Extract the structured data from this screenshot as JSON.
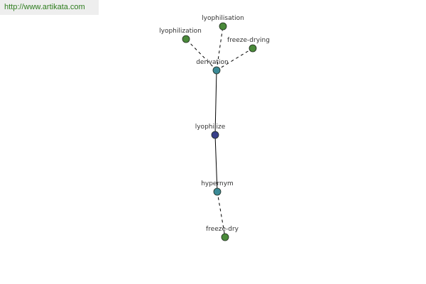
{
  "watermark": "http://www.artikata.com",
  "colors": {
    "word_node": "#4a8a3a",
    "relation_node": "#3b8a96",
    "root_node": "#38408a",
    "node_stroke": "#1f2b1f",
    "edge": "#000000"
  },
  "graph": {
    "nodes": [
      {
        "id": "lyophilisation",
        "label": "lyophilisation",
        "kind": "word"
      },
      {
        "id": "lyophilization",
        "label": "lyophilization",
        "kind": "word"
      },
      {
        "id": "freeze-drying",
        "label": "freeze-drying",
        "kind": "word"
      },
      {
        "id": "derivation",
        "label": "derivation",
        "kind": "relation"
      },
      {
        "id": "lyophilize",
        "label": "lyophilize",
        "kind": "root"
      },
      {
        "id": "hypernym",
        "label": "hypernym",
        "kind": "relation"
      },
      {
        "id": "freeze-dry",
        "label": "freeze-dry",
        "kind": "word"
      }
    ],
    "edges": [
      {
        "from": "lyophilize",
        "to": "derivation",
        "style": "solid"
      },
      {
        "from": "lyophilize",
        "to": "hypernym",
        "style": "solid"
      },
      {
        "from": "derivation",
        "to": "lyophilisation",
        "style": "dashed"
      },
      {
        "from": "derivation",
        "to": "lyophilization",
        "style": "dashed"
      },
      {
        "from": "derivation",
        "to": "freeze-drying",
        "style": "dashed"
      },
      {
        "from": "hypernym",
        "to": "freeze-dry",
        "style": "dashed"
      }
    ]
  }
}
